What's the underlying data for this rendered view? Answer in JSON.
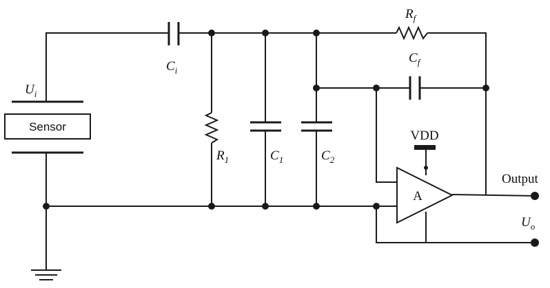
{
  "labels": {
    "sensor": "Sensor",
    "ui": {
      "main": "U",
      "sub": "i"
    },
    "ci": {
      "main": "C",
      "sub": "i"
    },
    "rf": {
      "main": "R",
      "sub": "f"
    },
    "cf": {
      "main": "C",
      "sub": "f"
    },
    "r1": {
      "main": "R",
      "sub": "1"
    },
    "c1": {
      "main": "C",
      "sub": "1"
    },
    "c2": {
      "main": "C",
      "sub": "2"
    },
    "vdd": "VDD",
    "amp": "A",
    "output": "Output",
    "uo": {
      "main": "U",
      "sub": "o"
    }
  },
  "colors": {
    "ink": "#1a1a1a",
    "background": "#ffffff"
  }
}
